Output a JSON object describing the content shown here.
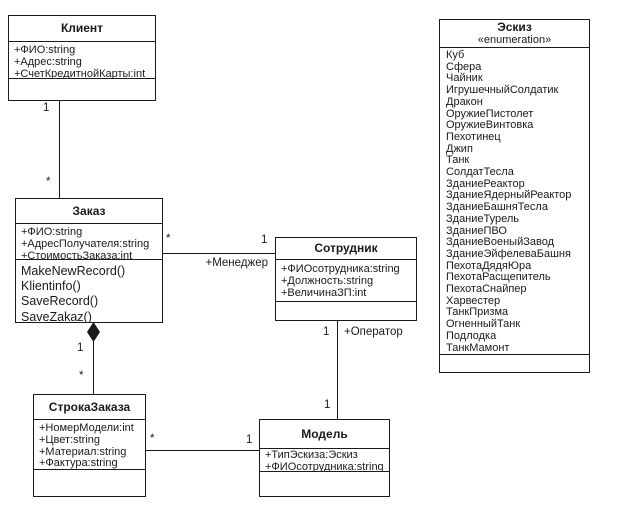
{
  "diagram": {
    "title": "UML class diagram",
    "classes": {
      "klient": {
        "name": "Клиент",
        "attributes": [
          "+ФИО:string",
          "+Адрес:string",
          "+СчетКредитнойКарты:int"
        ],
        "operations": []
      },
      "zakaz": {
        "name": "Заказ",
        "attributes": [
          "+ФИО:string",
          "+АдресПолучателя:string",
          "+СтоимостьЗаказа:int"
        ],
        "operations": [
          "MakeNewRecord()",
          "Klientinfo()",
          "SaveRecord()",
          "SaveZakaz()"
        ]
      },
      "strokaZakaza": {
        "name": "СтрокаЗаказа",
        "attributes": [
          "+НомерМодели:int",
          "+Цвет:string",
          "+Материал:string",
          "+Фактура:string"
        ],
        "operations": []
      },
      "sotrudnik": {
        "name": "Сотрудник",
        "attributes": [
          "+ФИОсотрудника:string",
          "+Должность:string",
          "+ВеличинаЗП:int"
        ],
        "operations": []
      },
      "model": {
        "name": "Модель",
        "attributes": [
          "+ТипЭскиза:Эскиз",
          "+ФИОсотрудника:string"
        ],
        "operations": []
      },
      "eskiz": {
        "name": "Эскиз",
        "stereotype": "«enumeration»",
        "values": [
          "Куб",
          "Сфера",
          "Чайник",
          "ИгрушечныйСолдатик",
          "Дракон",
          "ОружиеПистолет",
          "ОружиеВинтовка",
          "Пехотинец",
          "Джип",
          "Танк",
          "СолдатТесла",
          "ЗданиеРеактор",
          "ЗданиеЯдерныйРеактор",
          "ЗданиеБашняТесла",
          "ЗданиеТурель",
          "ЗданиеПВО",
          "ЗданиеВоеныйЗавод",
          "ЗданиеЭйфелеваБашня",
          "ПехотаДядяЮра",
          "ПехотаРасщепитель",
          "ПехотаСнайпер",
          "Харвестер",
          "ТанкПризма",
          "ОгненныйТанк",
          "Подлодка",
          "ТанкМамонт"
        ]
      }
    },
    "associations": {
      "klientZakaz": {
        "from": "Клиент",
        "to": "Заказ",
        "fromMult": "1",
        "toMult": "*"
      },
      "zakazSotrudnik": {
        "from": "Заказ",
        "to": "Сотрудник",
        "fromMult": "*",
        "toMult": "1",
        "roleLabel": "+Менеджер"
      },
      "zakazStroka": {
        "from": "Заказ",
        "to": "СтрокаЗаказа",
        "type": "composition",
        "fromMult": "1",
        "toMult": "*"
      },
      "strokaModel": {
        "from": "СтрокаЗаказа",
        "to": "Модель",
        "fromMult": "*",
        "toMult": "1"
      },
      "sotrudnikModel": {
        "from": "Сотрудник",
        "to": "Модель",
        "fromMult": "1",
        "toMult": "1",
        "roleLabel": "+Оператор"
      }
    },
    "colors": {
      "line": "#1a1a1a",
      "background": "#ffffff",
      "boxFill": "#ffffff",
      "text": "#1a1a1a"
    }
  }
}
